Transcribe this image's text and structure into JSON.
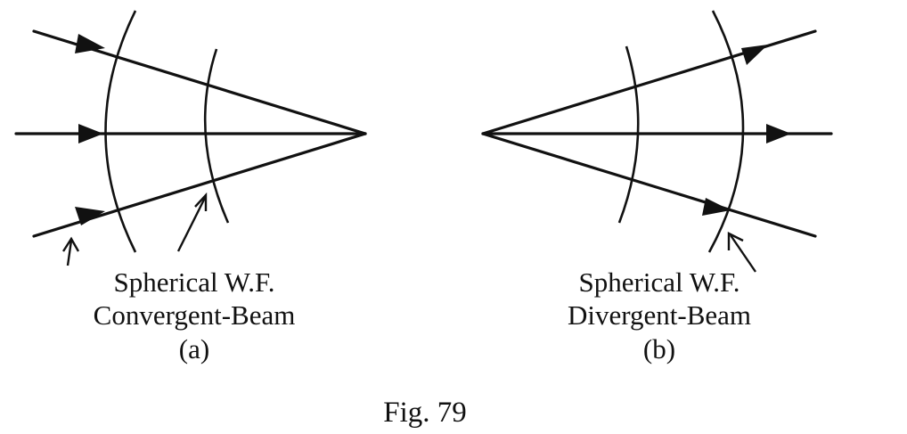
{
  "panels": [
    {
      "id": "a",
      "title_line1": "Spherical W.F.",
      "title_line2": "Convergent-Beam",
      "tag": "(a)"
    },
    {
      "id": "b",
      "title_line1": "Spherical W.F.",
      "title_line2": "Divergent-Beam",
      "tag": "(b)"
    }
  ],
  "figure_caption": "Fig. 79"
}
